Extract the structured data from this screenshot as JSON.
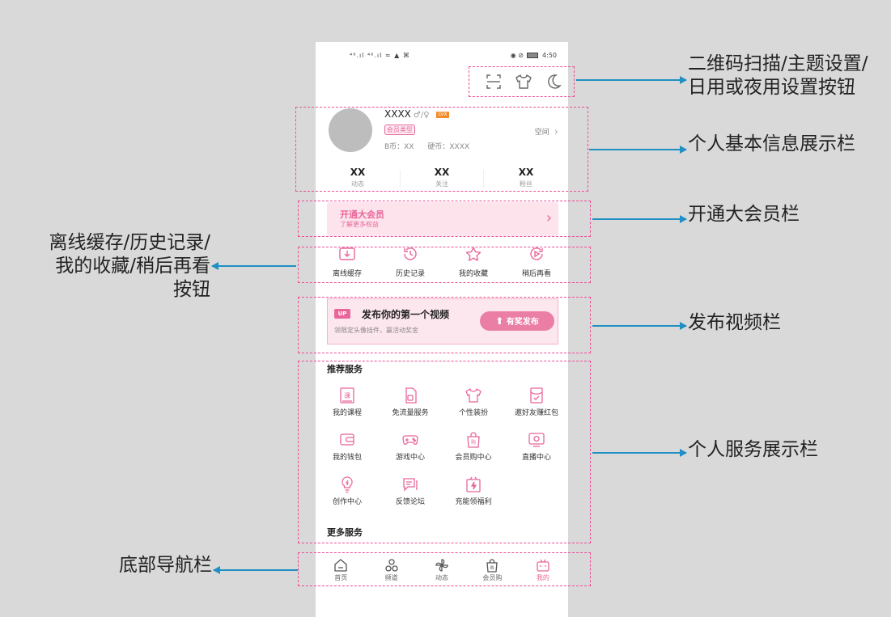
{
  "status": {
    "signal": "⁴⁶.ıl ⁴⁶.ıl ≈ ▲ ⌘",
    "icons": "◉ ⊘",
    "time": "4:50"
  },
  "top_icons": [
    "scan-icon",
    "shirt-icon",
    "moon-icon"
  ],
  "profile": {
    "name": "XXXX",
    "gender": "♂/♀",
    "level": "LVX",
    "member_type": "会员类型",
    "bcoin": "B币：XX",
    "hardcoin": "硬币：XXXX",
    "space": "空间"
  },
  "stats": [
    {
      "value": "XX",
      "label": "动态"
    },
    {
      "value": "XX",
      "label": "关注"
    },
    {
      "value": "XX",
      "label": "粉丝"
    }
  ],
  "vip": {
    "title": "开通大会员",
    "subtitle": "了解更多权益"
  },
  "quick": [
    {
      "label": "离线缓存",
      "icon": "download-tv-icon"
    },
    {
      "label": "历史记录",
      "icon": "history-clock-icon"
    },
    {
      "label": "我的收藏",
      "icon": "star-icon"
    },
    {
      "label": "稍后再看",
      "icon": "play-later-icon"
    }
  ],
  "upload": {
    "badge": "UP",
    "title": "发布你的第一个视频",
    "subtitle": "领限定头像挂件，赢活动奖金",
    "button": "有奖发布"
  },
  "services": {
    "title": "推荐服务",
    "items": [
      {
        "label": "我的课程",
        "icon": "course-icon"
      },
      {
        "label": "免流量服务",
        "icon": "sim-card-icon"
      },
      {
        "label": "个性装扮",
        "icon": "shirt-icon"
      },
      {
        "label": "邀好友赚红包",
        "icon": "red-packet-icon"
      },
      {
        "label": "我的钱包",
        "icon": "wallet-icon"
      },
      {
        "label": "游戏中心",
        "icon": "gamepad-icon"
      },
      {
        "label": "会员购中心",
        "icon": "shopping-bag-icon"
      },
      {
        "label": "直播中心",
        "icon": "live-tv-icon"
      },
      {
        "label": "创作中心",
        "icon": "bulb-icon"
      },
      {
        "label": "反馈论坛",
        "icon": "chat-icon"
      },
      {
        "label": "充能领福利",
        "icon": "gift-bolt-icon"
      }
    ]
  },
  "more_services": {
    "title": "更多服务"
  },
  "bottom_nav": [
    {
      "label": "首页",
      "icon": "home-icon"
    },
    {
      "label": "频道",
      "icon": "channel-icon"
    },
    {
      "label": "动态",
      "icon": "pinwheel-icon"
    },
    {
      "label": "会员购",
      "icon": "shopping-bag-icon"
    },
    {
      "label": "我的",
      "icon": "bilibili-tv-icon",
      "active": true
    }
  ],
  "annotations": {
    "top_settings": [
      "二维码扫描/主题设置/",
      "日用或夜用设置按钮"
    ],
    "profile": "个人基本信息展示栏",
    "vip": "开通大会员栏",
    "quick": [
      "离线缓存/历史记录/",
      "我的收藏/稍后再看",
      "按钮"
    ],
    "upload": "发布视频栏",
    "services": "个人服务展示栏",
    "bottom_nav": "底部导航栏"
  },
  "colors": {
    "background": "#d9d9d9",
    "accent_pink": "#e8669a",
    "dash_box": "#ec4f95",
    "arrow_blue": "#1f8fc4"
  }
}
